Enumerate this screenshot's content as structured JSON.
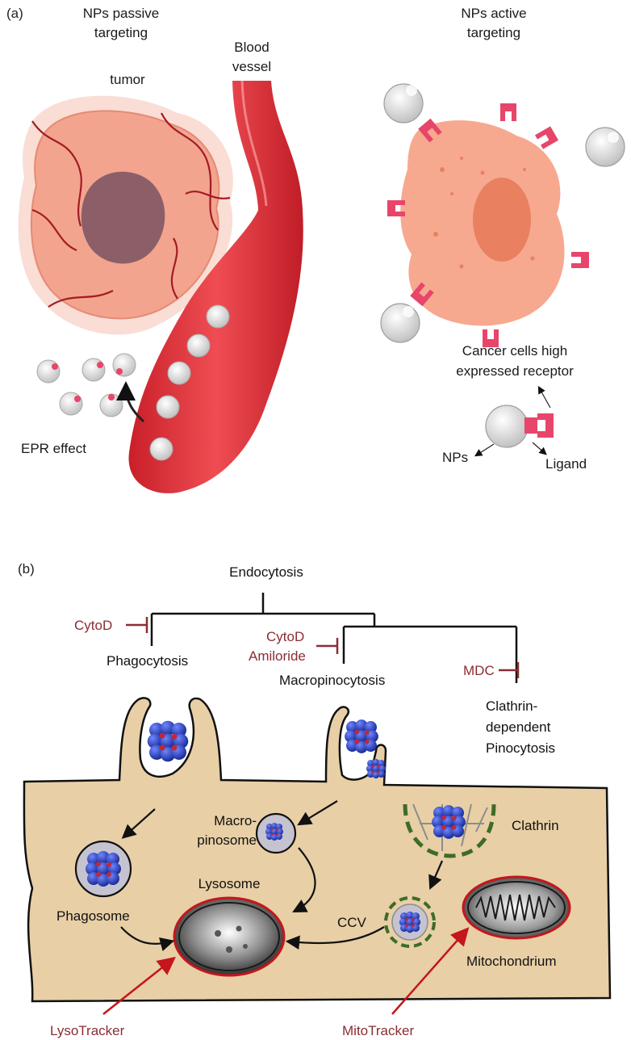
{
  "panel_a": {
    "panel_label": "(a)",
    "passive": {
      "line1": "NPs passive",
      "line2": "targeting"
    },
    "active": {
      "line1": "NPs active",
      "line2": "targeting"
    },
    "tumor": "tumor",
    "blood_vessel": {
      "line1": "Blood",
      "line2": "vessel"
    },
    "epr_effect": "EPR effect",
    "receptor": {
      "line1": "Cancer cells high",
      "line2": "expressed receptor"
    },
    "nps": "NPs",
    "ligand": "Ligand"
  },
  "panel_b": {
    "panel_label": "(b)",
    "endocytosis": "Endocytosis",
    "phagocytosis": "Phagocytosis",
    "macropinocytosis": "Macropinocytosis",
    "clathrin_pinocytosis": {
      "line1": "Clathrin-",
      "line2": "dependent",
      "line3": "Pinocytosis"
    },
    "inhibitors": {
      "cytod_1": "CytoD",
      "cytod_2": "CytoD",
      "amiloride": "Amiloride",
      "mdc": "MDC"
    },
    "compartments": {
      "macropinosome": {
        "line1": "Macro-",
        "line2": "pinosome"
      },
      "phagosome": "Phagosome",
      "lysosome": "Lysosome",
      "clathrin": "Clathrin",
      "ccv": "CCV",
      "mitochondrium": "Mitochondrium"
    },
    "trackers": {
      "lyso": "LysoTracker",
      "mito": "MitoTracker"
    }
  },
  "colors": {
    "tumor_fill": "#f2a48f",
    "tumor_core": "#8c5f68",
    "vessel_red": "#e2323b",
    "cancer_cell": "#f6a98f",
    "receptor_pink": "#e8456a",
    "cell_fill": "#e8cfa6",
    "inhibitor_red": "#8b2d33",
    "tracker_arrow": "#c4161c",
    "nanoparticle_blue": "#2a3fb5",
    "clathrin_green": "#3e6b2a"
  }
}
